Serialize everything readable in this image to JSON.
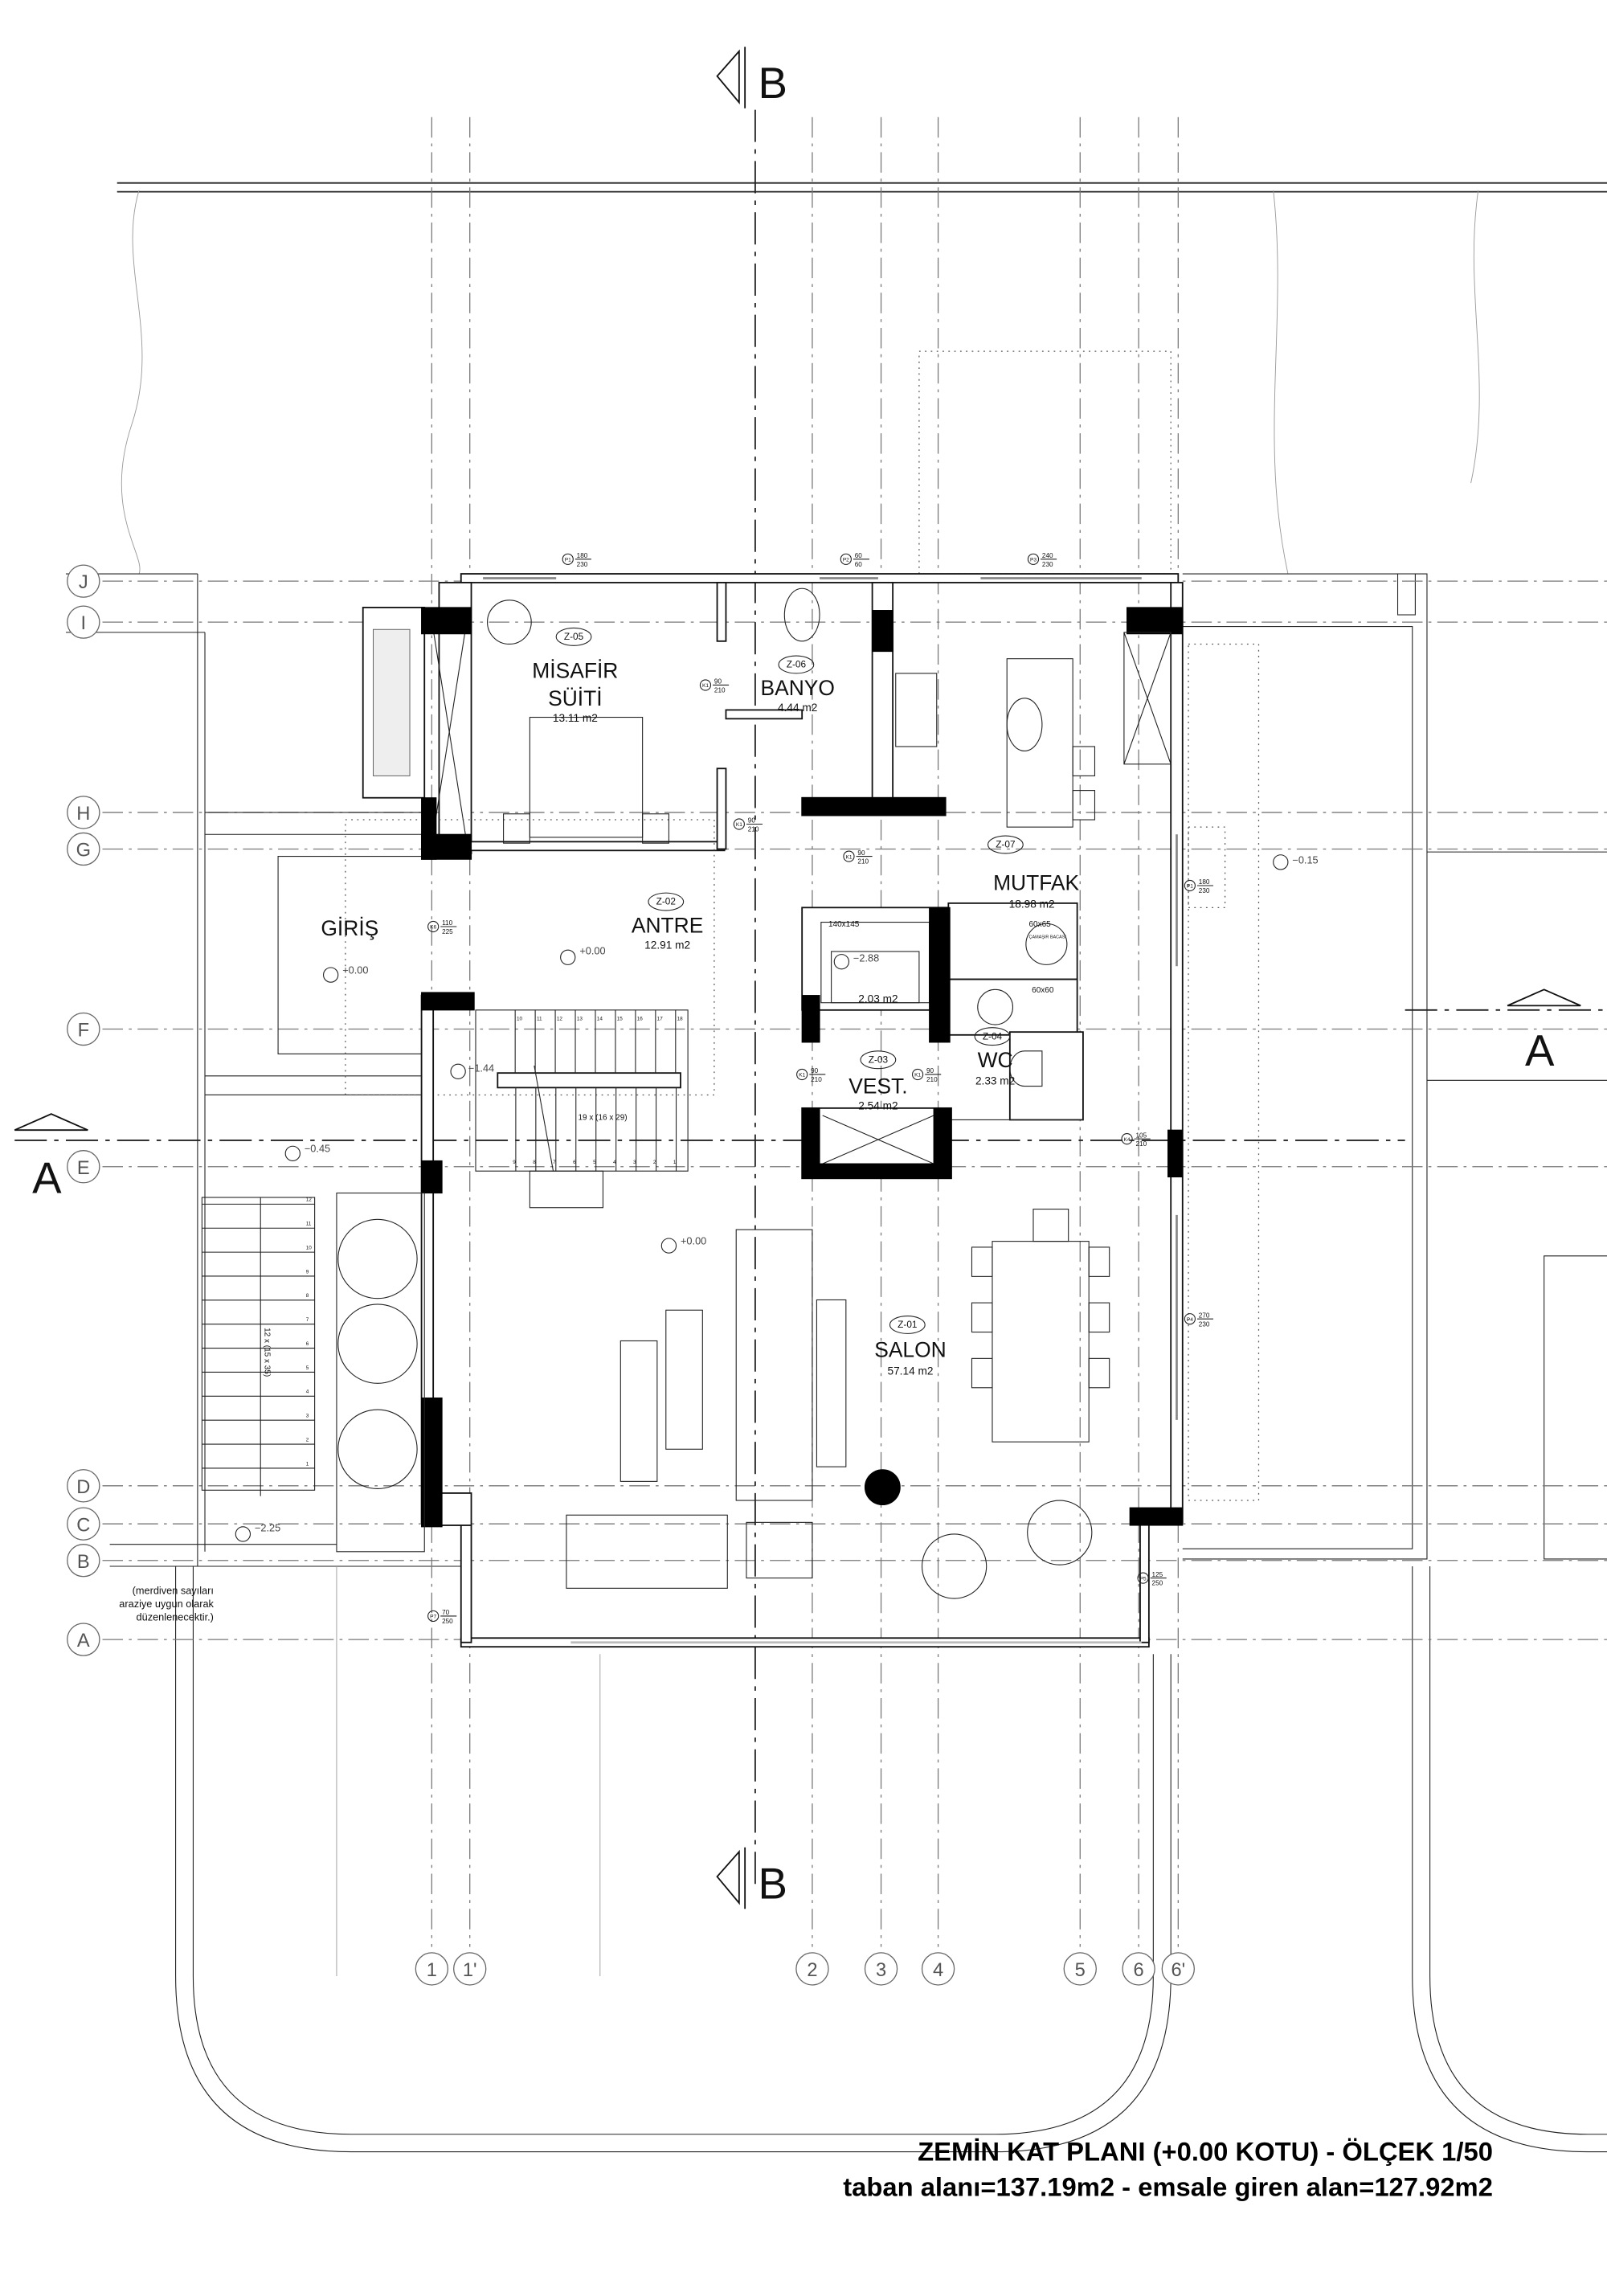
{
  "title": {
    "line1": "ZEMİN KAT PLANI (+0.00 KOTU)  -  ÖLÇEK 1/50",
    "line2": "taban alanı=137.19m2 - emsale giren alan=127.92m2"
  },
  "sections": {
    "a": "A",
    "b": "B"
  },
  "grid": {
    "rows": [
      "J",
      "I",
      "H",
      "G",
      "F",
      "E",
      "D",
      "C",
      "B",
      "A"
    ],
    "cols": [
      "1",
      "1'",
      "2",
      "3",
      "4",
      "5",
      "6",
      "6'"
    ]
  },
  "rooms": {
    "suite": {
      "code": "Z-05",
      "name1": "MİSAFİR",
      "name2": "SÜİTİ",
      "area": "13.11 m2"
    },
    "bath": {
      "code": "Z-06",
      "name": "BANYO",
      "area": "4.44 m2"
    },
    "kitchen": {
      "code": "Z-07",
      "name": "MUTFAK",
      "area": "18.98 m2"
    },
    "hall": {
      "code": "Z-02",
      "name": "ANTRE",
      "area": "12.91 m2"
    },
    "entry": {
      "name": "GİRİŞ"
    },
    "vest": {
      "code": "Z-03",
      "name": "VEST.",
      "area": "2.54 m2"
    },
    "wc": {
      "code": "Z-04",
      "name": "WC",
      "area": "2.33 m2"
    },
    "salon": {
      "code": "Z-01",
      "name": "SALON",
      "area": "57.14 m2"
    }
  },
  "fixtures": {
    "lift_size": "140x145",
    "lift_area": "2.03 m2",
    "fridge": "60x65",
    "laundry": "ÇAMAŞIR BACASI",
    "oven": "60x60"
  },
  "levels": {
    "hall": "+0.00",
    "entry": "+0.00",
    "lift": "−2.88",
    "stair": "−1.44",
    "garden": "−0.45",
    "terrace": "−0.15",
    "salon": "+0.00",
    "lower": "−2.25"
  },
  "openings": [
    {
      "tag": "K1",
      "w": "90",
      "h": "210"
    },
    {
      "tag": "K1",
      "w": "90",
      "h": "210"
    },
    {
      "tag": "K1",
      "w": "90",
      "h": "210"
    },
    {
      "tag": "K6",
      "w": "110",
      "h": "225"
    },
    {
      "tag": "K1",
      "w": "90",
      "h": "210"
    },
    {
      "tag": "K1",
      "w": "90",
      "h": "210"
    },
    {
      "tag": "K4",
      "w": "105",
      "h": "210"
    },
    {
      "tag": "P1",
      "w": "180",
      "h": "230"
    },
    {
      "tag": "P2",
      "w": "60",
      "h": "60"
    },
    {
      "tag": "P3",
      "w": "240",
      "h": "230"
    },
    {
      "tag": "P1",
      "w": "180",
      "h": "230"
    },
    {
      "tag": "P4",
      "w": "270",
      "h": "230"
    },
    {
      "tag": "P5",
      "w": "125",
      "h": "250"
    },
    {
      "tag": "P7",
      "w": "70",
      "h": "250"
    }
  ],
  "stairs": {
    "interior_label": "19 x (16 x 29)",
    "interior_steps": [
      "1",
      "2",
      "3",
      "4",
      "5",
      "6",
      "7",
      "8",
      "9",
      "10",
      "11",
      "12",
      "13",
      "14",
      "15",
      "16",
      "17",
      "18"
    ],
    "exterior_label": "12 x (15 x 35)",
    "exterior_steps": [
      "1",
      "2",
      "3",
      "4",
      "5",
      "6",
      "7",
      "8",
      "9",
      "10",
      "11",
      "12"
    ]
  },
  "note": {
    "line1": "(merdiven sayıları",
    "line2": "araziye uygun olarak",
    "line3": "düzenlenecektir.)"
  }
}
